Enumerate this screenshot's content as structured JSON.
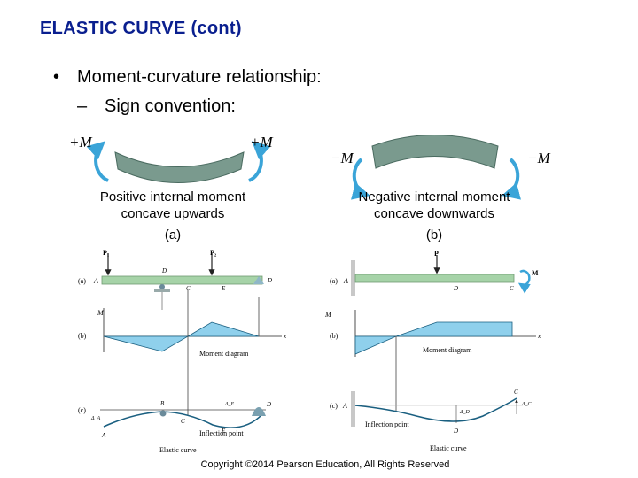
{
  "slide": {
    "title": "ELASTIC CURVE (cont)",
    "bullet_symbol": "•",
    "bullet_text": "Moment-curvature relationship:",
    "sub_dash": "–",
    "sub_text": "Sign convention:",
    "copyright": "Copyright ©2014 Pearson Education, All Rights Reserved"
  },
  "figure_top": {
    "left_moment_left": "+M",
    "left_moment_right": "+M",
    "left_caption_1": "Positive internal moment",
    "left_caption_2": "concave upwards",
    "left_caption_3": "(a)",
    "right_moment_left": "−M",
    "right_moment_right": "−M",
    "right_caption_1": "Negative internal moment",
    "right_caption_2": "concave downwards",
    "right_caption_3": "(b)"
  },
  "figure_left": {
    "label_a": "(a)",
    "label_b": "(b)",
    "label_c": "(c)",
    "p1": "P₁",
    "p2": "P₂",
    "pt_A": "A",
    "pt_B": "B",
    "pt_C": "C",
    "pt_D": "D",
    "pt_E": "E",
    "axis_M": "M",
    "axis_x": "x",
    "moment_diagram": "Moment diagram",
    "inflection_point": "Inflection point",
    "elastic_curve": "Elastic curve",
    "delta_A": "Δ_A",
    "delta_E": "Δ_E"
  },
  "figure_right": {
    "label_a": "(a)",
    "label_b": "(b)",
    "label_c": "(c)",
    "p": "P",
    "pt_A": "A",
    "pt_C": "C",
    "pt_D": "D",
    "axis_M": "M",
    "axis_x": "x",
    "moment_label": "M",
    "moment_diagram": "Moment diagram",
    "inflection_point": "Inflection point",
    "elastic_curve": "Elastic curve",
    "delta_D": "Δ_D",
    "delta_C": "Δ_C"
  },
  "colors": {
    "title": "#0a1f8f",
    "beam_fill": "#7a9a8e",
    "arrow_blue": "#3aa4d8",
    "diagram_fill": "#8fd0ec",
    "beam_green": "#a6d3a8"
  }
}
